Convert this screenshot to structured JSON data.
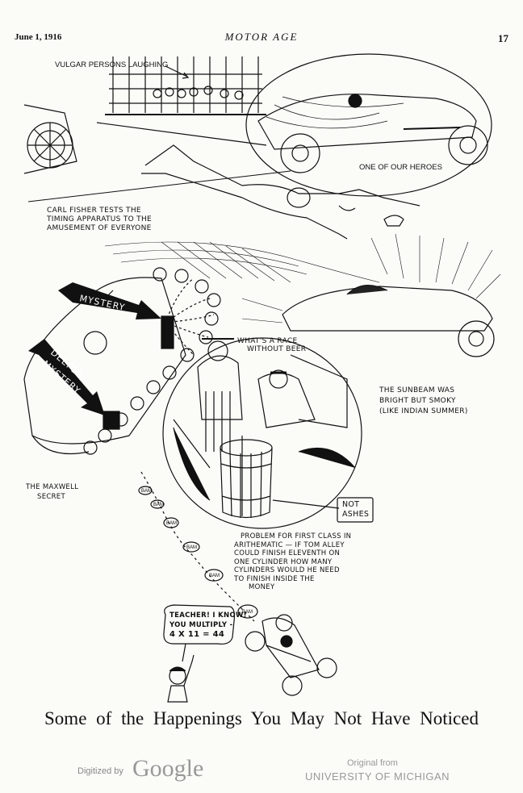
{
  "header": {
    "date": "June 1, 1916",
    "title": "MOTOR AGE",
    "page": "17"
  },
  "captions": {
    "vulgar": "VULGAR PERSONS LAUGHING",
    "heroes": "ONE OF OUR HEROES",
    "fisher": [
      "CARL FISHER TESTS THE",
      "TIMING APPARATUS TO THE",
      "AMUSEMENT OF EVERYONE"
    ],
    "mystery": "MYSTERY",
    "deeper": [
      "DEEPER",
      "MYSTERY"
    ],
    "beer": [
      "WHAT'S A RACE",
      "WITHOUT BEER"
    ],
    "sunbeam": [
      "THE SUNBEAM WAS",
      "BRIGHT BUT SMOKY",
      "(LIKE INDIAN SUMMER)"
    ],
    "maxwell": [
      "THE MAXWELL",
      "SECRET"
    ],
    "ashes": [
      "NOT",
      "ASHES"
    ],
    "problem": [
      "PROBLEM FOR FIRST CLASS IN",
      "ARITHEMATIC — IF TOM ALLEY",
      "COULD FINISH ELEVENTH ON",
      "ONE CYLINDER HOW MANY",
      "CYLINDERS WOULD HE NEED",
      "TO FINISH INSIDE THE",
      "MONEY"
    ],
    "teacher": [
      "TEACHER! I KNOW!",
      "YOU MULTIPLY -",
      "4 X 11 = 44"
    ],
    "bam": "BAM"
  },
  "headline": "Some of the Happenings You May Not Have Noticed",
  "footer": {
    "digitized": "Digitized by",
    "google": "Google",
    "original": "Original from",
    "university": "UNIVERSITY OF MICHIGAN"
  }
}
